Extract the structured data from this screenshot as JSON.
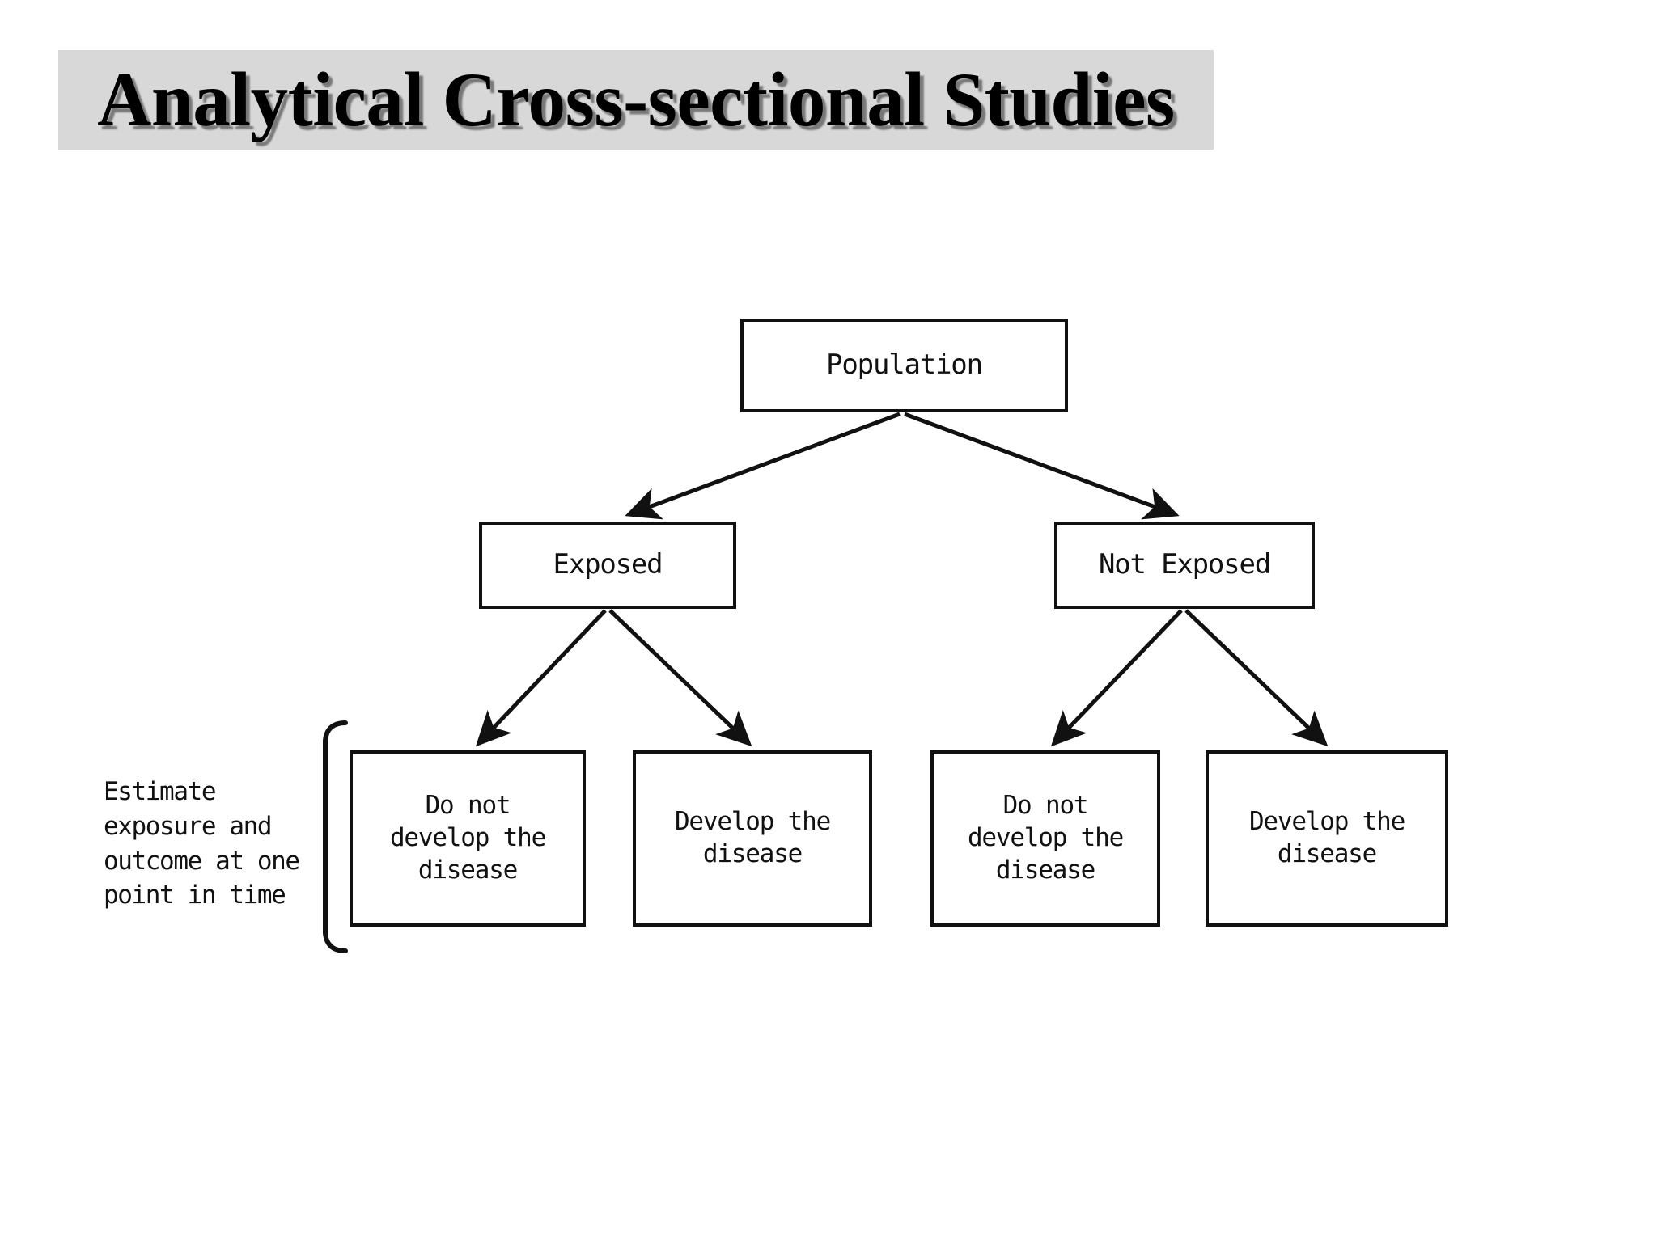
{
  "slide": {
    "title": "Analytical Cross-sectional Studies",
    "background_color": "#ffffff",
    "title_band_color": "#d8d8d8",
    "ink_color": "#111111"
  },
  "diagram": {
    "type": "flowchart",
    "annotation": "Estimate\nexposure and\noutcome at one\npoint in time",
    "bracket_icon": "left-bracket-icon",
    "nodes": [
      {
        "id": "population",
        "label": "Population",
        "tier": 1
      },
      {
        "id": "exposed",
        "label": "Exposed",
        "tier": 2
      },
      {
        "id": "not_exposed",
        "label": "Not Exposed",
        "tier": 2
      },
      {
        "id": "e_no_disease",
        "label": "Do not\ndevelop the\ndisease",
        "tier": 3
      },
      {
        "id": "e_disease",
        "label": "Develop the\ndisease",
        "tier": 3
      },
      {
        "id": "ne_no_disease",
        "label": "Do not\ndevelop the\ndisease",
        "tier": 3
      },
      {
        "id": "ne_disease",
        "label": "Develop the\ndisease",
        "tier": 3
      }
    ],
    "edges": [
      {
        "from": "population",
        "to": "exposed"
      },
      {
        "from": "population",
        "to": "not_exposed"
      },
      {
        "from": "exposed",
        "to": "e_no_disease"
      },
      {
        "from": "exposed",
        "to": "e_disease"
      },
      {
        "from": "not_exposed",
        "to": "ne_no_disease"
      },
      {
        "from": "not_exposed",
        "to": "ne_disease"
      }
    ]
  }
}
